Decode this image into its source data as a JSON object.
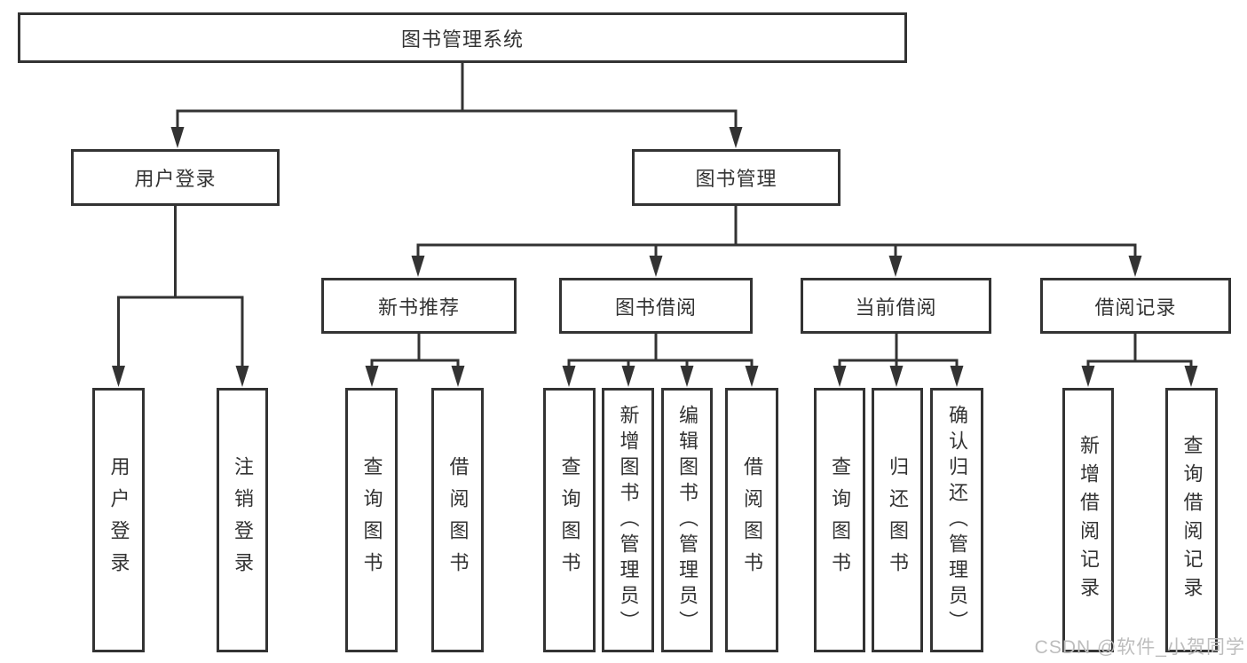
{
  "diagram": {
    "title": "图书管理系统",
    "root": {
      "label": "图书管理系统"
    },
    "level2": [
      {
        "label": "用户登录"
      },
      {
        "label": "图书管理"
      }
    ],
    "level3": [
      {
        "label": "新书推荐",
        "parent": "图书管理"
      },
      {
        "label": "图书借阅",
        "parent": "图书管理"
      },
      {
        "label": "当前借阅",
        "parent": "图书管理"
      },
      {
        "label": "借阅记录",
        "parent": "图书管理"
      }
    ],
    "leaves": [
      {
        "label": "用户登录",
        "parent": "用户登录"
      },
      {
        "label": "注销登录",
        "parent": "用户登录"
      },
      {
        "label": "查询图书",
        "parent": "新书推荐"
      },
      {
        "label": "借阅图书",
        "parent": "新书推荐"
      },
      {
        "label": "查询图书",
        "parent": "图书借阅"
      },
      {
        "label": "新增图书（管理员）",
        "parent": "图书借阅"
      },
      {
        "label": "编辑图书（管理员）",
        "parent": "图书借阅"
      },
      {
        "label": "借阅图书",
        "parent": "图书借阅"
      },
      {
        "label": "查询图书",
        "parent": "当前借阅"
      },
      {
        "label": "归还图书",
        "parent": "当前借阅"
      },
      {
        "label": "确认归还（管理员）",
        "parent": "当前借阅"
      },
      {
        "label": "新增借阅记录",
        "parent": "借阅记录"
      },
      {
        "label": "查询借阅记录",
        "parent": "借阅记录"
      }
    ]
  },
  "watermark": {
    "text": "CSDN @软件_小贺同学"
  },
  "colors": {
    "line": "#333333",
    "text": "#333333",
    "background": "#ffffff",
    "watermark": "#bdbdbd"
  }
}
